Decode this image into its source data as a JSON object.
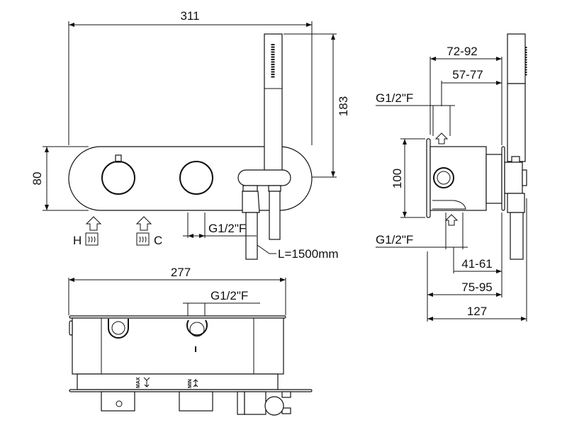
{
  "front_view": {
    "width_dim": "311",
    "height_dim": "183",
    "plate_height_dim": "80",
    "outlet_thread": "G1/2\"F",
    "hose_length": "L=1500mm",
    "hot_label": "H",
    "cold_label": "C"
  },
  "side_view": {
    "dim_top_outer": "72-92",
    "dim_top_inner": "57-77",
    "thread_top": "G1/2\"F",
    "box_height": "100",
    "thread_bottom": "G1/2\"F",
    "dim_41_61": "41-61",
    "dim_75_95": "75-95",
    "dim_total": "127"
  },
  "top_view": {
    "width_dim": "277",
    "thread": "G1/2\"F",
    "max_label": "MAX",
    "min_label": "MIN"
  },
  "colors": {
    "line": "#111111",
    "background": "#ffffff"
  }
}
